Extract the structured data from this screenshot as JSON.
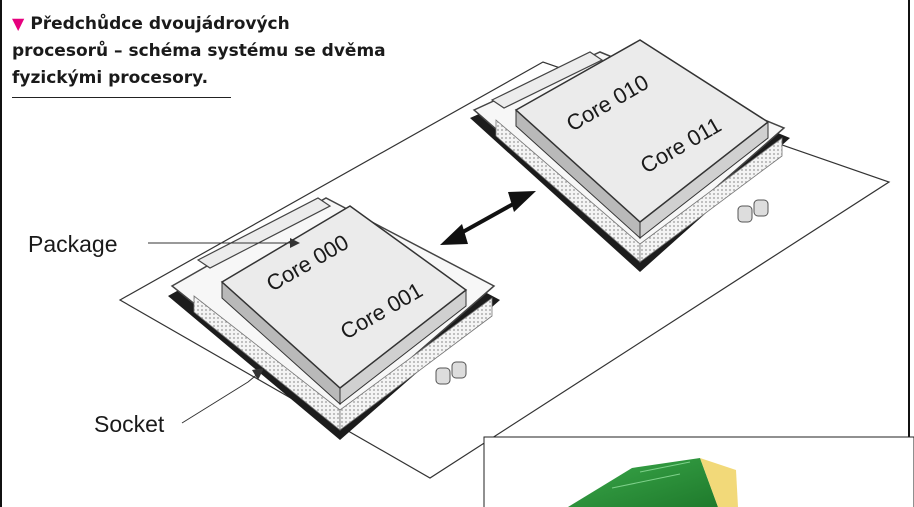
{
  "caption": {
    "marker": "▼",
    "lines": [
      "Předchůdce dvoujádrových",
      "procesorů – schéma systému se dvěma",
      "fyzickými procesory."
    ]
  },
  "diagram": {
    "labels": {
      "package": "Package",
      "socket": "Socket"
    },
    "cpu_left": {
      "cores": [
        "Core 000",
        "Core 001"
      ]
    },
    "cpu_right": {
      "cores": [
        "Core 010",
        "Core 011"
      ]
    }
  },
  "colors": {
    "accent": "#e6007e",
    "photo_green": "#2f9a3c"
  }
}
